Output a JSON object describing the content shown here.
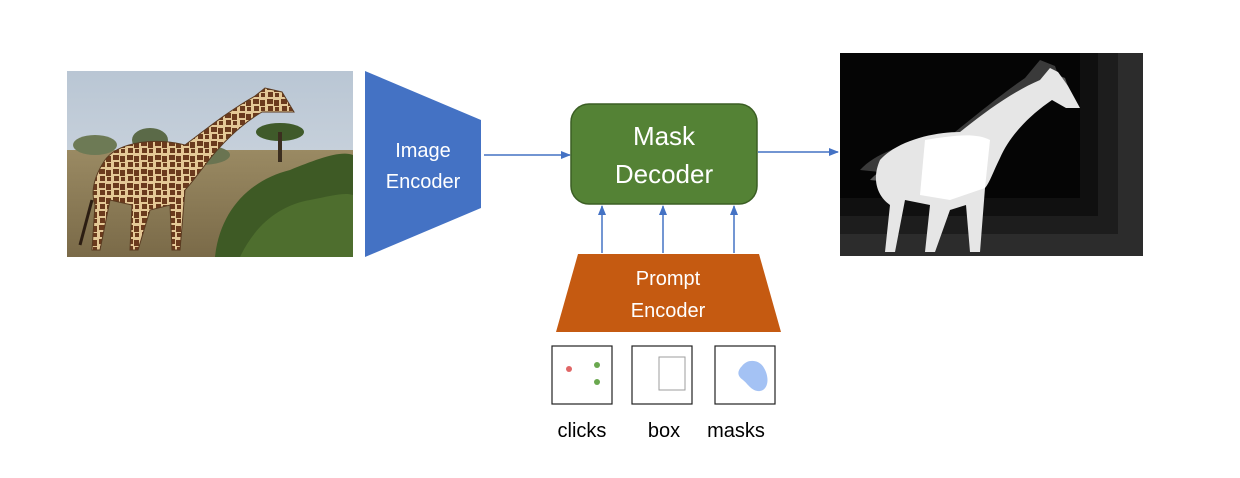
{
  "image_encoder": {
    "line1": "Image",
    "line2": "Encoder",
    "color": "#4472c4"
  },
  "mask_decoder": {
    "line1": "Mask",
    "line2": "Decoder",
    "color": "#548235"
  },
  "prompt_encoder": {
    "line1": "Prompt",
    "line2": "Encoder",
    "color": "#c55a11"
  },
  "prompts": [
    {
      "label": "clicks",
      "icon": "clicks-icon"
    },
    {
      "label": "box",
      "icon": "box-icon"
    },
    {
      "label": "masks",
      "icon": "mask-blob-icon"
    }
  ],
  "input_image": {
    "subject": "giraffe-photo"
  },
  "output_image": {
    "subject": "giraffe-segmentation-masks"
  },
  "arrow_color": "#4472c4",
  "click_colors": {
    "negative": "#e06666",
    "positive": "#6aa84f"
  },
  "mask_blob_color": "#a4c2f4"
}
